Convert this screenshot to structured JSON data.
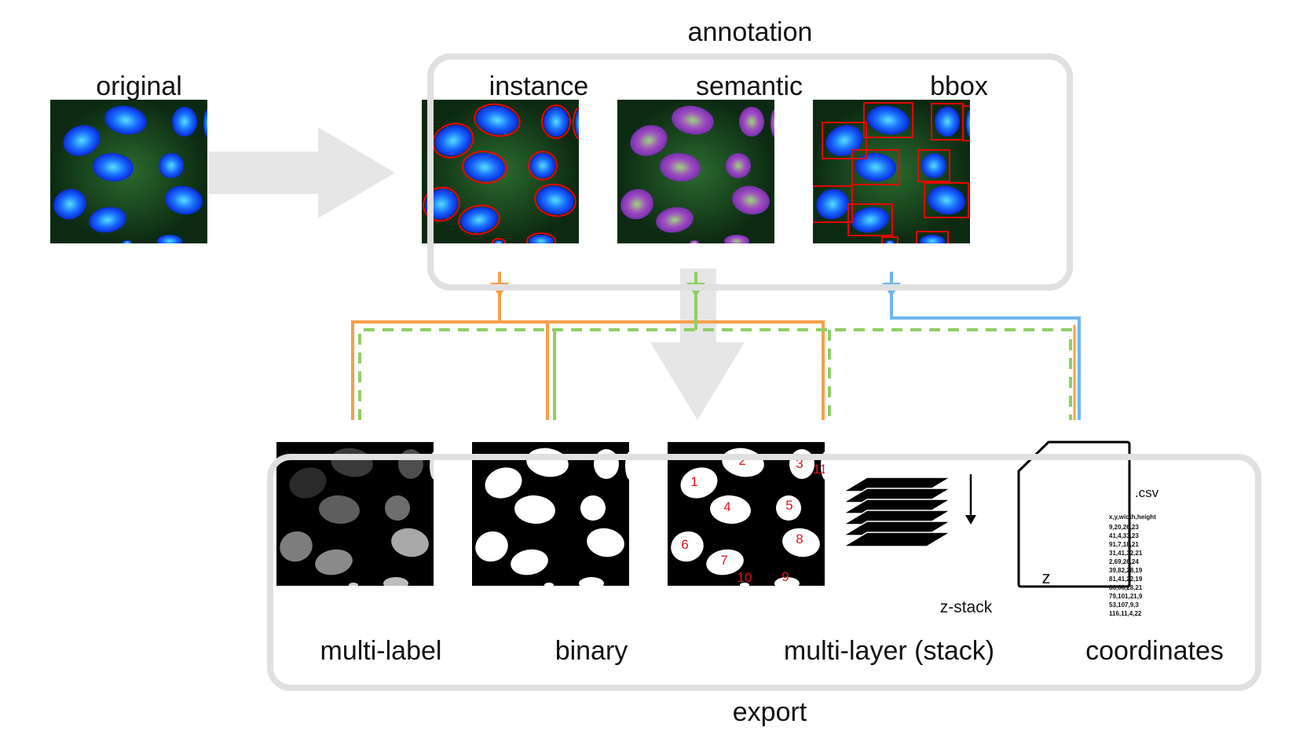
{
  "title_annotation": "annotation",
  "title_export": "export",
  "original": {
    "label": "original"
  },
  "annotation_panels": [
    {
      "key": "instance",
      "label": "instance"
    },
    {
      "key": "semantic",
      "label": "semantic"
    },
    {
      "key": "bbox",
      "label": "bbox"
    }
  ],
  "export_panels": [
    {
      "key": "multi_label",
      "label": "multi-label"
    },
    {
      "key": "binary",
      "label": "binary"
    },
    {
      "key": "multi_layer",
      "label": "multi-layer (stack)"
    },
    {
      "key": "coordinates",
      "label": "coordinates"
    }
  ],
  "stack": {
    "label": "z-stack",
    "axis": "z"
  },
  "instance_numbers": [
    "1",
    "2",
    "3",
    "4",
    "5",
    "6",
    "7",
    "8",
    "9",
    "10",
    "11"
  ],
  "csv": {
    "ext": ".csv",
    "header": "x,y,width,height",
    "rows": [
      "9,20,26,23",
      "41,4,33,23",
      "91,7,18,21",
      "31,41,32,21",
      "2,69,26,24",
      "39,82,28,19",
      "81,41,22,19",
      "86,66,28,21",
      "79,101,21,9",
      "53,107,9,3",
      "116,11,4,22"
    ]
  },
  "colors": {
    "instance": "#f5a04a",
    "semantic": "#8fce64",
    "bbox": "#6fb5f0",
    "frame": "#e0e0e0",
    "outline": "#ff0000",
    "number": "#e0141e"
  }
}
